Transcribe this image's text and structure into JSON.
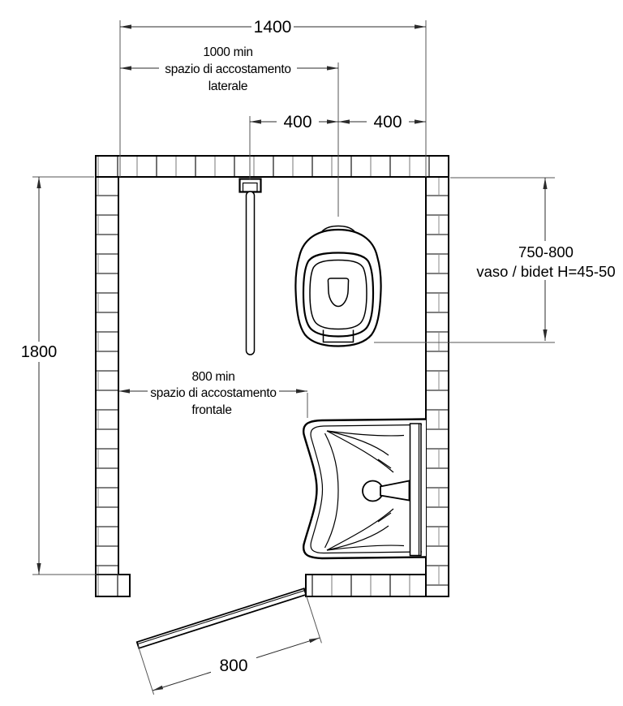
{
  "colors": {
    "background": "#ffffff",
    "line": "#000000",
    "dimension_line": "#2b2b2b"
  },
  "annotations": {
    "total_width": {
      "value": "1400"
    },
    "lateral_clearance": {
      "value": "1000 min",
      "label_line1": "spazio di accostamento",
      "label_line2": "laterale"
    },
    "wc_offset_left": {
      "value": "400"
    },
    "wc_offset_right": {
      "value": "400"
    },
    "wc_depth": {
      "value": "750-800",
      "note": "vaso / bidet H=45-50"
    },
    "total_depth": {
      "value": "1800"
    },
    "frontal_clearance": {
      "value": "800 min",
      "label_line1": "spazio di accostamento",
      "label_line2": "frontale"
    },
    "door_width": {
      "value": "800"
    }
  },
  "fixtures": {
    "toilet": "toilet-plan",
    "washbasin": "washbasin-plan",
    "grab_bar": "vertical-grab-bar",
    "door": "door-leaf-open"
  }
}
